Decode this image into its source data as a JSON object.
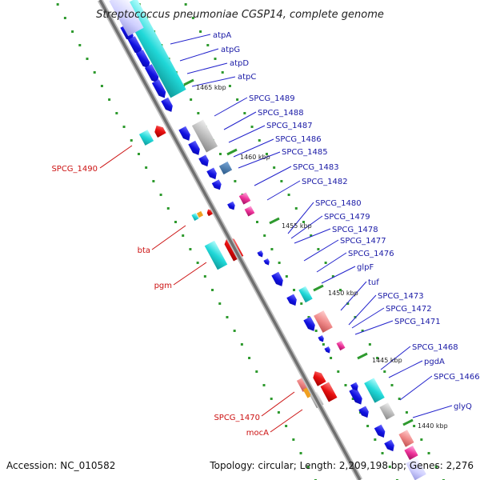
{
  "title": "Streptococcus pneumoniae CGSP14, complete genome",
  "footer": {
    "accession": "Accession: NC_010582",
    "summary": "Topology: circular; Length: 2,209,198 bp; Genes: 2,276"
  },
  "ticks": [
    "1465 kbp",
    "1460 kbp",
    "1455 kbp",
    "1450 kbp",
    "1445 kbp",
    "1440 kbp"
  ],
  "forward_genes": [
    "atpA",
    "atpG",
    "atpD",
    "atpC",
    "SPCG_1489",
    "SPCG_1488",
    "SPCG_1487",
    "SPCG_1486",
    "SPCG_1485",
    "SPCG_1483",
    "SPCG_1482",
    "SPCG_1480",
    "SPCG_1479",
    "SPCG_1478",
    "SPCG_1477",
    "SPCG_1476",
    "glpF",
    "tuf",
    "SPCG_1473",
    "SPCG_1472",
    "SPCG_1471",
    "SPCG_1468",
    "pgdA",
    "SPCG_1466",
    "glyQ"
  ],
  "reverse_genes": [
    "SPCG_1490",
    "bta",
    "pgm",
    "SPCG_1470",
    "mocA"
  ],
  "colors": {
    "cds": "#1a1ae6",
    "rna": "#00c8c8",
    "reverse_feature": "#e61a1a",
    "pink_feature": "#ee3399",
    "backbone": "#777777",
    "gc_dots": "#2e9a2e",
    "label_forward": "#1a1aa6",
    "label_reverse": "#cc1111"
  }
}
